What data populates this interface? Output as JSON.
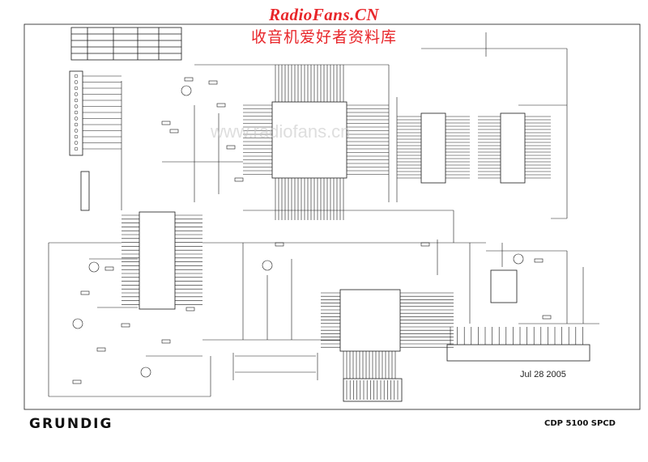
{
  "watermark": {
    "site": "RadioFans.CN",
    "subtitle": "收音机爱好者资料库",
    "ghost": "www.radiofans.cn",
    "color": "#e8262a"
  },
  "footer": {
    "date": "Jul 28 2005",
    "brand": "GRUNDIG",
    "model": "CDP 5100 SPCD"
  },
  "colors": {
    "line": "#1a1a1a",
    "background": "#ffffff"
  }
}
